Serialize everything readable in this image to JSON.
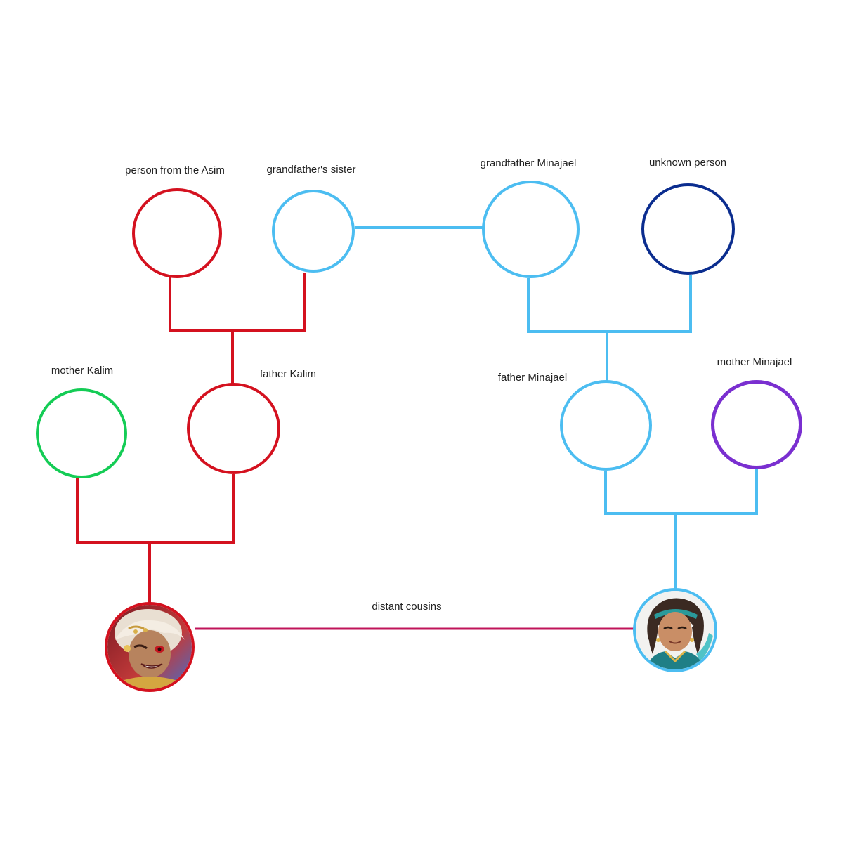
{
  "colors": {
    "kalim_line": "#d4111f",
    "minajael_line": "#4cbdf1",
    "cousin_line": "#c0145a",
    "mother_kalim": "#14cc55",
    "unknown_person": "#0b2d8f",
    "mother_minajael": "#7a2fd0"
  },
  "people": {
    "asim_person": {
      "label": "person from the Asim"
    },
    "grandfather_sister": {
      "label": "grandfather's sister"
    },
    "grandfather_minajael": {
      "label": "grandfather Minajael"
    },
    "unknown_person": {
      "label": "unknown person"
    },
    "mother_kalim": {
      "label": "mother Kalim"
    },
    "father_kalim": {
      "label": "father Kalim"
    },
    "father_minajael": {
      "label": "father Minajael"
    },
    "mother_minajael": {
      "label": "mother Minajael"
    }
  },
  "relation": {
    "label": "distant cousins"
  }
}
